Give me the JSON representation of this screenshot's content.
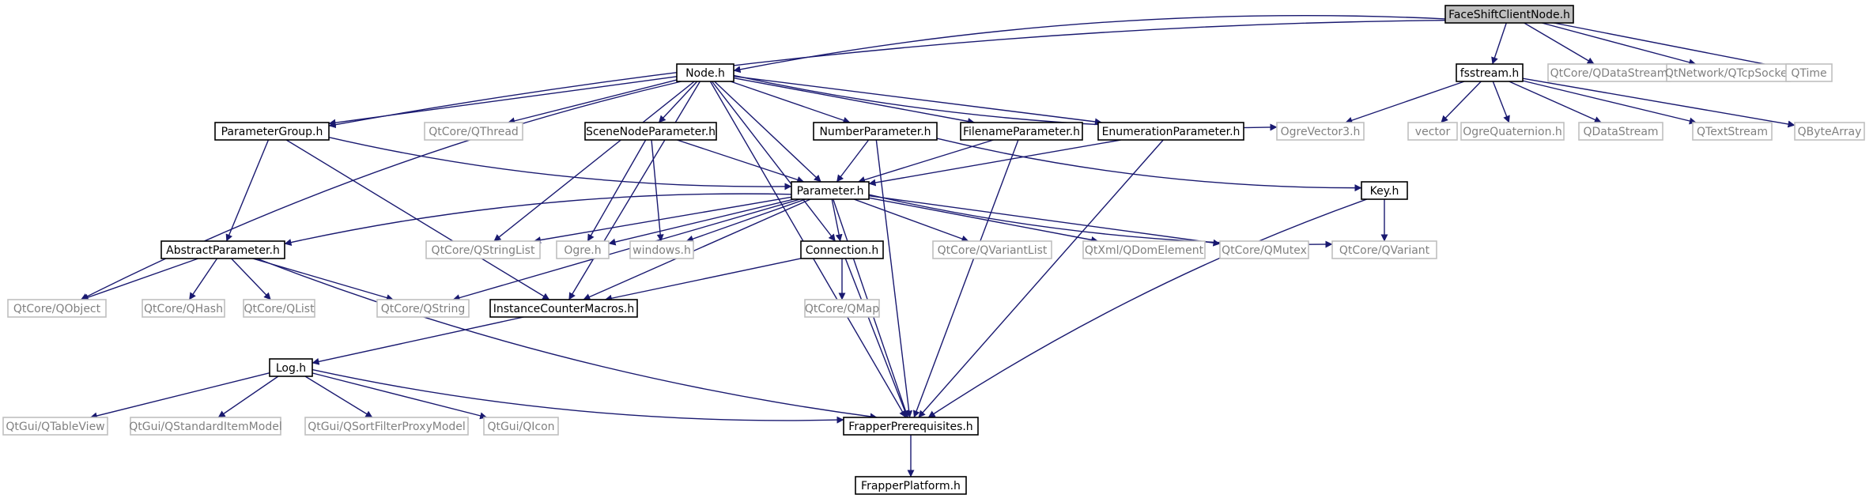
{
  "diagram": {
    "colors": {
      "edge": "#191970",
      "root_fill": "#bfbfbf",
      "system_border": "#bfbfbf",
      "system_text": "#808080",
      "primary_border": "#000000"
    },
    "nodes": [
      {
        "id": "faceshift",
        "label": "FaceShiftClientNode.h",
        "kind": "root"
      },
      {
        "id": "node",
        "label": "Node.h",
        "kind": "primary"
      },
      {
        "id": "fsstream",
        "label": "fsstream.h",
        "kind": "primary"
      },
      {
        "id": "qdatastream_core",
        "label": "QtCore/QDataStream",
        "kind": "system"
      },
      {
        "id": "qtcpsocket",
        "label": "QtNetwork/QTcpSocket",
        "kind": "system"
      },
      {
        "id": "qtime",
        "label": "QTime",
        "kind": "system"
      },
      {
        "id": "paramgroup",
        "label": "ParameterGroup.h",
        "kind": "primary"
      },
      {
        "id": "qthread",
        "label": "QtCore/QThread",
        "kind": "system"
      },
      {
        "id": "scenenodeparam",
        "label": "SceneNodeParameter.h",
        "kind": "primary"
      },
      {
        "id": "numberparam",
        "label": "NumberParameter.h",
        "kind": "primary"
      },
      {
        "id": "filenameparam",
        "label": "FilenameParameter.h",
        "kind": "primary"
      },
      {
        "id": "enumparam",
        "label": "EnumerationParameter.h",
        "kind": "primary"
      },
      {
        "id": "ogrevector3",
        "label": "OgreVector3.h",
        "kind": "system"
      },
      {
        "id": "vector",
        "label": "vector",
        "kind": "system"
      },
      {
        "id": "ogrequat",
        "label": "OgreQuaternion.h",
        "kind": "system"
      },
      {
        "id": "qdatastream",
        "label": "QDataStream",
        "kind": "system"
      },
      {
        "id": "qtextstream",
        "label": "QTextStream",
        "kind": "system"
      },
      {
        "id": "qbytearray",
        "label": "QByteArray",
        "kind": "system"
      },
      {
        "id": "parameter",
        "label": "Parameter.h",
        "kind": "primary"
      },
      {
        "id": "key",
        "label": "Key.h",
        "kind": "primary"
      },
      {
        "id": "abstractparam",
        "label": "AbstractParameter.h",
        "kind": "primary"
      },
      {
        "id": "qstringlist",
        "label": "QtCore/QStringList",
        "kind": "system"
      },
      {
        "id": "ogreh",
        "label": "Ogre.h",
        "kind": "system"
      },
      {
        "id": "windowsh",
        "label": "windows.h",
        "kind": "system"
      },
      {
        "id": "connection",
        "label": "Connection.h",
        "kind": "primary"
      },
      {
        "id": "qvariantlist",
        "label": "QtCore/QVariantList",
        "kind": "system"
      },
      {
        "id": "qdomelement",
        "label": "QtXml/QDomElement",
        "kind": "system"
      },
      {
        "id": "qmutex",
        "label": "QtCore/QMutex",
        "kind": "system"
      },
      {
        "id": "qvariant",
        "label": "QtCore/QVariant",
        "kind": "system"
      },
      {
        "id": "qobject",
        "label": "QtCore/QObject",
        "kind": "system"
      },
      {
        "id": "qhash",
        "label": "QtCore/QHash",
        "kind": "system"
      },
      {
        "id": "qlist",
        "label": "QtCore/QList",
        "kind": "system"
      },
      {
        "id": "qstring",
        "label": "QtCore/QString",
        "kind": "system"
      },
      {
        "id": "instancecounter",
        "label": "InstanceCounterMacros.h",
        "kind": "primary"
      },
      {
        "id": "qmap",
        "label": "QtCore/QMap",
        "kind": "system"
      },
      {
        "id": "log",
        "label": "Log.h",
        "kind": "primary"
      },
      {
        "id": "qtableview",
        "label": "QtGui/QTableView",
        "kind": "system"
      },
      {
        "id": "qstditemmodel",
        "label": "QtGui/QStandardItemModel",
        "kind": "system"
      },
      {
        "id": "qsortfilter",
        "label": "QtGui/QSortFilterProxyModel",
        "kind": "system"
      },
      {
        "id": "qicon",
        "label": "QtGui/QIcon",
        "kind": "system"
      },
      {
        "id": "frapperprereq",
        "label": "FrapperPrerequisites.h",
        "kind": "primary"
      },
      {
        "id": "frapperplatform",
        "label": "FrapperPlatform.h",
        "kind": "primary"
      }
    ],
    "edges": [
      [
        "faceshift",
        "node"
      ],
      [
        "faceshift",
        "fsstream"
      ],
      [
        "faceshift",
        "qdatastream_core"
      ],
      [
        "faceshift",
        "qtcpsocket"
      ],
      [
        "faceshift",
        "qtime"
      ],
      [
        "faceshift",
        "paramgroup"
      ],
      [
        "node",
        "paramgroup"
      ],
      [
        "node",
        "qthread"
      ],
      [
        "node",
        "scenenodeparam"
      ],
      [
        "node",
        "numberparam"
      ],
      [
        "node",
        "filenameparam"
      ],
      [
        "node",
        "enumparam"
      ],
      [
        "node",
        "ogrevector3"
      ],
      [
        "node",
        "parameter"
      ],
      [
        "node",
        "qobject"
      ],
      [
        "node",
        "qstringlist"
      ],
      [
        "node",
        "connection"
      ],
      [
        "node",
        "instancecounter"
      ],
      [
        "node",
        "frapperprereq"
      ],
      [
        "fsstream",
        "ogrevector3"
      ],
      [
        "fsstream",
        "vector"
      ],
      [
        "fsstream",
        "ogrequat"
      ],
      [
        "fsstream",
        "qdatastream"
      ],
      [
        "fsstream",
        "qtextstream"
      ],
      [
        "fsstream",
        "qbytearray"
      ],
      [
        "paramgroup",
        "parameter"
      ],
      [
        "paramgroup",
        "abstractparam"
      ],
      [
        "paramgroup",
        "instancecounter"
      ],
      [
        "scenenodeparam",
        "parameter"
      ],
      [
        "scenenodeparam",
        "ogreh"
      ],
      [
        "scenenodeparam",
        "windowsh"
      ],
      [
        "numberparam",
        "parameter"
      ],
      [
        "numberparam",
        "key"
      ],
      [
        "numberparam",
        "frapperprereq"
      ],
      [
        "filenameparam",
        "parameter"
      ],
      [
        "filenameparam",
        "frapperprereq"
      ],
      [
        "enumparam",
        "parameter"
      ],
      [
        "enumparam",
        "frapperprereq"
      ],
      [
        "parameter",
        "abstractparam"
      ],
      [
        "parameter",
        "qstringlist"
      ],
      [
        "parameter",
        "ogreh"
      ],
      [
        "parameter",
        "windowsh"
      ],
      [
        "parameter",
        "connection"
      ],
      [
        "parameter",
        "qvariantlist"
      ],
      [
        "parameter",
        "qdomelement"
      ],
      [
        "parameter",
        "qmutex"
      ],
      [
        "parameter",
        "qvariant"
      ],
      [
        "parameter",
        "qstring"
      ],
      [
        "parameter",
        "instancecounter"
      ],
      [
        "parameter",
        "frapperprereq"
      ],
      [
        "key",
        "qvariant"
      ],
      [
        "key",
        "frapperprereq"
      ],
      [
        "abstractparam",
        "qobject"
      ],
      [
        "abstractparam",
        "qhash"
      ],
      [
        "abstractparam",
        "qlist"
      ],
      [
        "abstractparam",
        "qstring"
      ],
      [
        "abstractparam",
        "frapperprereq"
      ],
      [
        "connection",
        "instancecounter"
      ],
      [
        "connection",
        "qmap"
      ],
      [
        "connection",
        "frapperprereq"
      ],
      [
        "instancecounter",
        "log"
      ],
      [
        "log",
        "qtableview"
      ],
      [
        "log",
        "qstditemmodel"
      ],
      [
        "log",
        "qsortfilter"
      ],
      [
        "log",
        "qicon"
      ],
      [
        "log",
        "frapperprereq"
      ],
      [
        "frapperprereq",
        "frapperplatform"
      ]
    ]
  }
}
